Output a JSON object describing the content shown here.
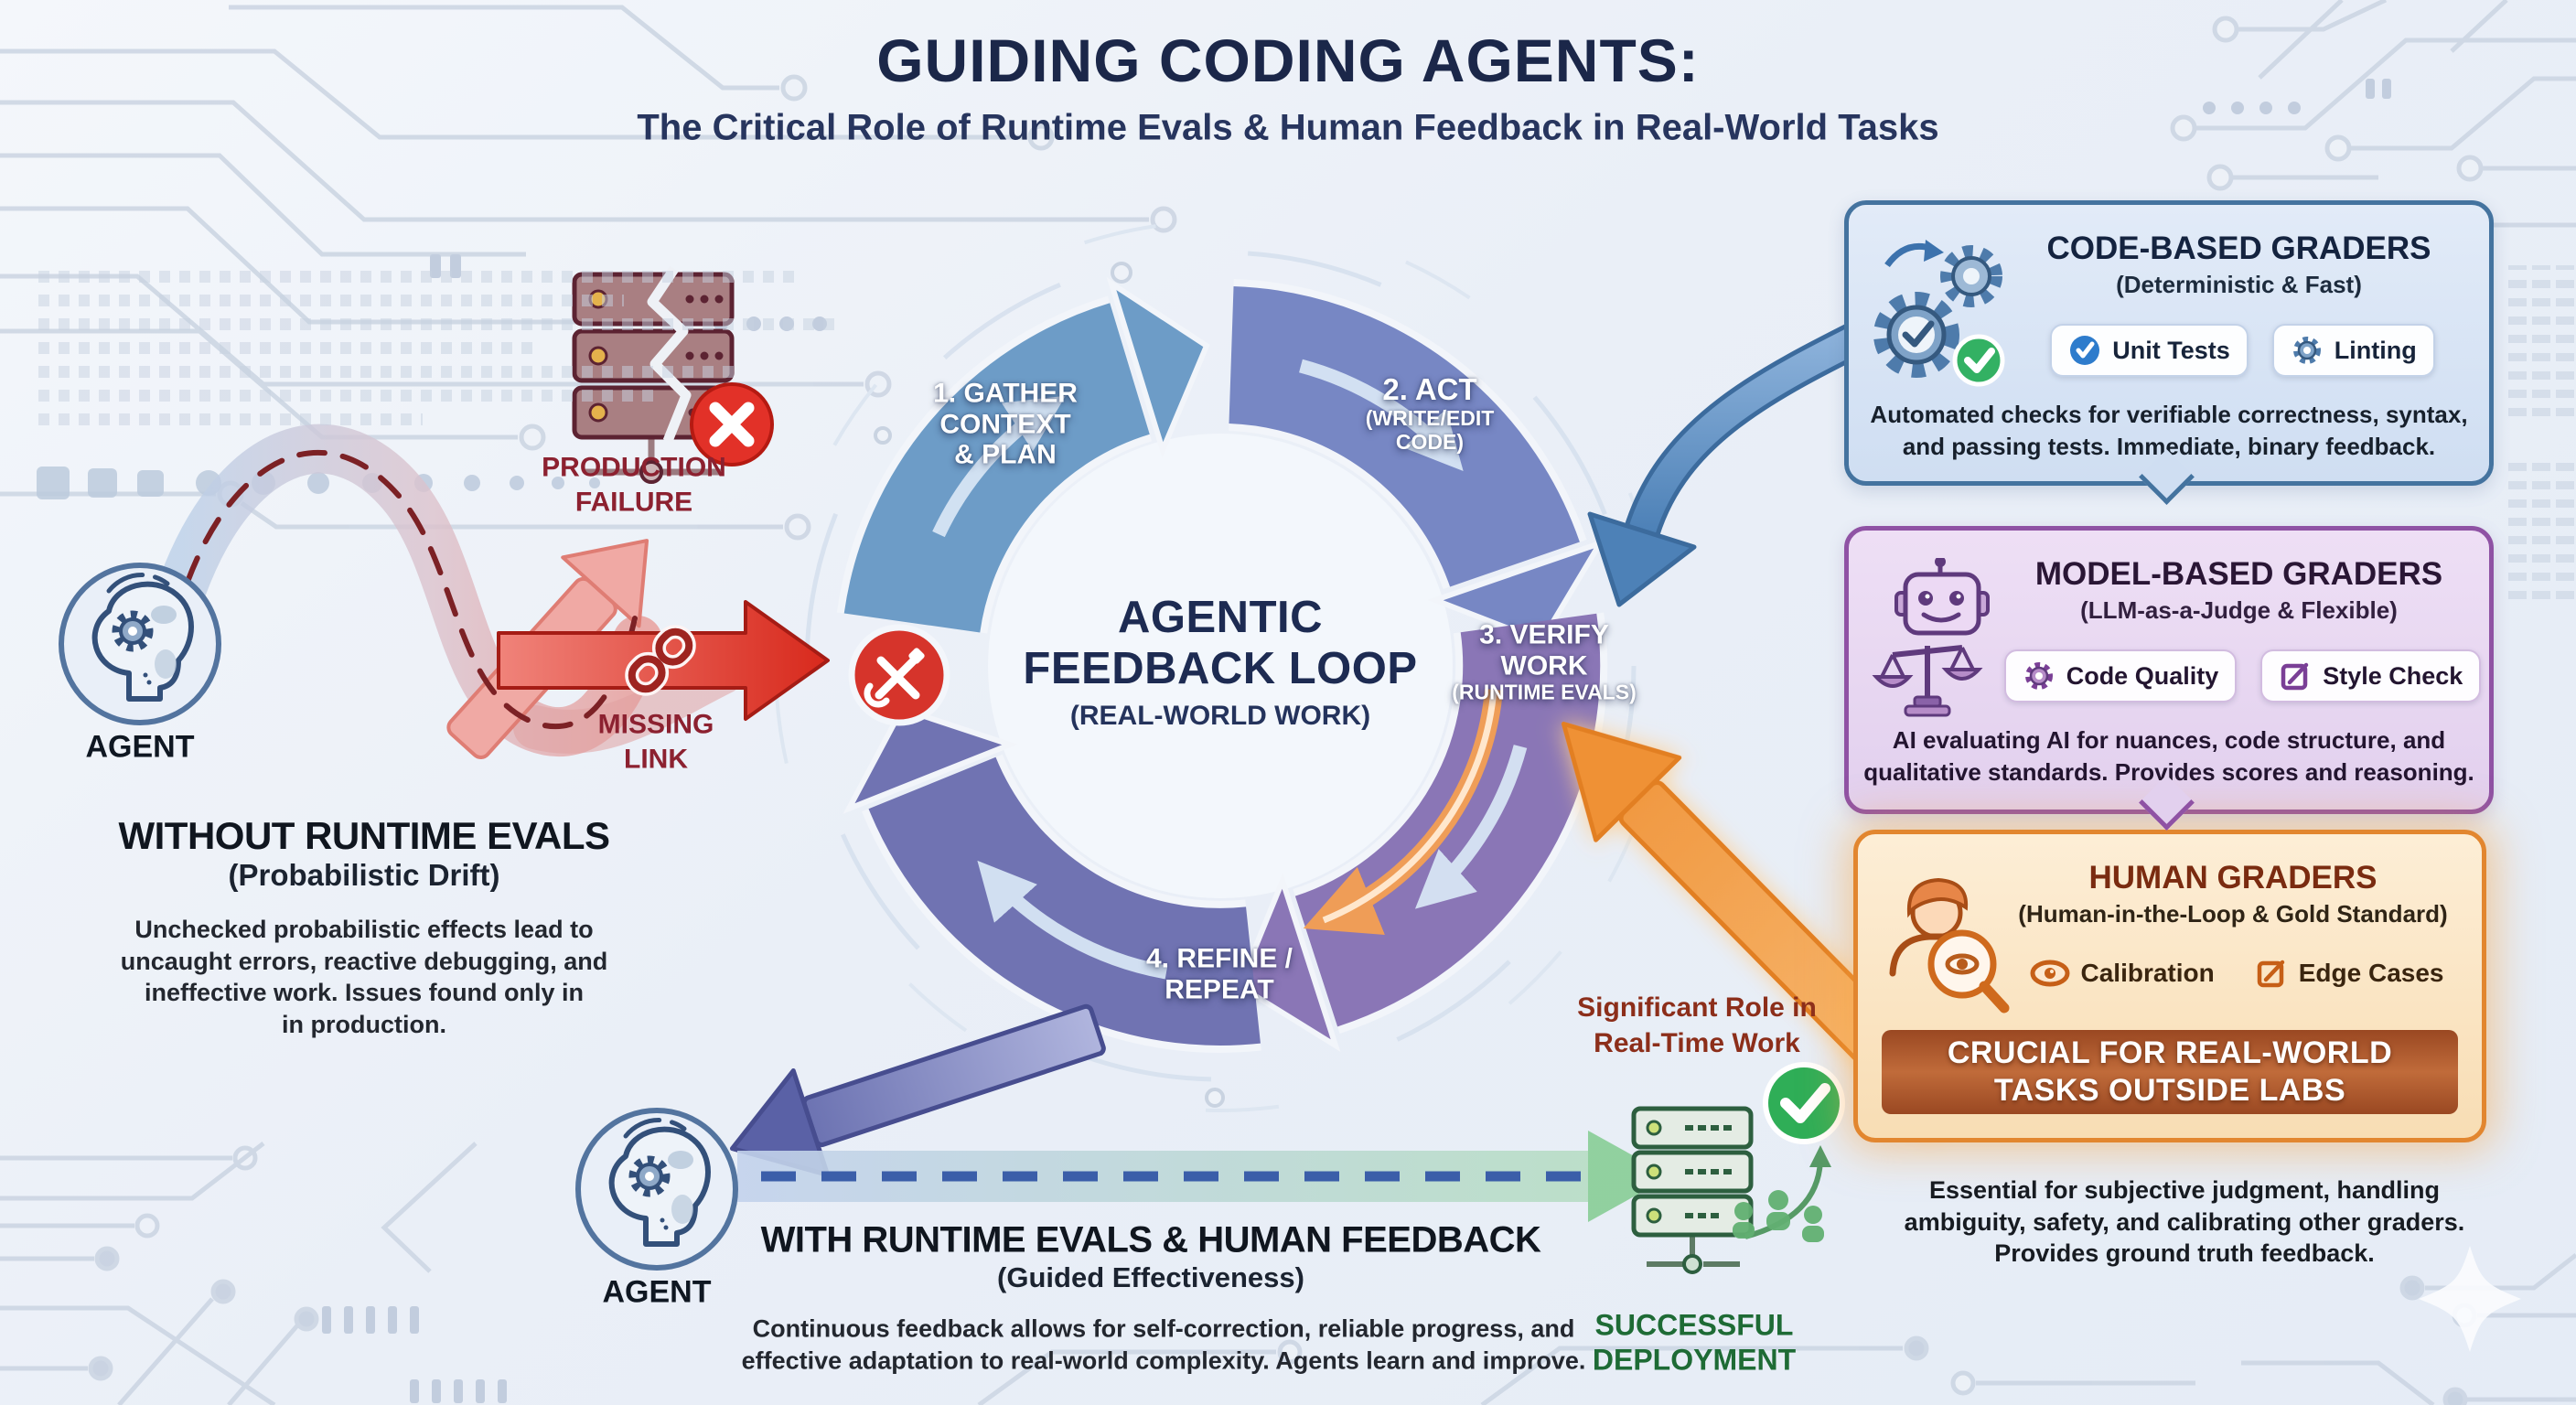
{
  "colors": {
    "accent_blue": "#44739f",
    "accent_purple": "#8f52a4",
    "accent_orange": "#e2862f",
    "accent_red": "#d6342b",
    "accent_green": "#2fae57",
    "title_navy": "#1b2749",
    "maroon": "#8c2130"
  },
  "header": {
    "title": "GUIDING CODING AGENTS:",
    "subtitle": "The Critical Role of Runtime Evals & Human Feedback in Real-World Tasks"
  },
  "loop": {
    "center_line1": "AGENTIC",
    "center_line2": "FEEDBACK LOOP",
    "center_sub": "(REAL-WORLD WORK)",
    "step1_line1": "1. GATHER",
    "step1_line2": "CONTEXT",
    "step1_line3": "& PLAN",
    "step2_line1": "2. ACT",
    "step2_line2": "(WRITE/EDIT",
    "step2_line3": "CODE)",
    "step3_line1": "3. VERIFY",
    "step3_line2": "WORK",
    "step3_line3": "(RUNTIME EVALS)",
    "step4_line1": "4. REFINE /",
    "step4_line2": "REPEAT"
  },
  "without": {
    "agent_label": "AGENT",
    "production_failure_line1": "PRODUCTION",
    "production_failure_line2": "FAILURE",
    "missing_link_line1": "MISSING",
    "missing_link_line2": "LINK",
    "heading": "WITHOUT RUNTIME EVALS",
    "subheading": "(Probabilistic Drift)",
    "body_line1": "Unchecked probabilistic effects lead to",
    "body_line2": "uncaught errors, reactive debugging, and",
    "body_line3": "ineffective work. Issues found only in",
    "body_line4": "in production."
  },
  "with_evals": {
    "agent_label": "AGENT",
    "heading": "WITH RUNTIME EVALS & HUMAN FEEDBACK",
    "subheading": "(Guided Effectiveness)",
    "body_line1": "Continuous feedback allows for self-correction, reliable progress, and",
    "body_line2": "effective adaptation to real-world complexity. Agents learn and improve.",
    "success_line1": "SUCCESSFUL",
    "success_line2": "DEPLOYMENT"
  },
  "note": {
    "line1": "Significant Role in",
    "line2": "Real-Time Work"
  },
  "graders": {
    "code": {
      "title": "CODE-BASED GRADERS",
      "subtitle": "(Deterministic & Fast)",
      "chip1": "Unit Tests",
      "chip2": "Linting",
      "body_line1": "Automated checks for verifiable correctness, syntax,",
      "body_line2": "and passing tests. Immediate, binary feedback."
    },
    "model": {
      "title": "MODEL-BASED GRADERS",
      "subtitle": "(LLM-as-a-Judge & Flexible)",
      "chip1": "Code Quality",
      "chip2": "Style Check",
      "body_line1": "AI evaluating AI for nuances, code structure, and",
      "body_line2": "qualitative standards. Provides scores and reasoning."
    },
    "human": {
      "title": "HUMAN GRADERS",
      "subtitle": "(Human-in-the-Loop & Gold Standard)",
      "chip1": "Calibration",
      "chip2": "Edge Cases",
      "banner_line1": "CRUCIAL FOR REAL-WORLD",
      "banner_line2": "TASKS OUTSIDE LABS",
      "body_line1": "Essential for subjective judgment, handling",
      "body_line2": "ambiguity, safety, and calibrating other graders.",
      "body_line3": "Provides ground truth feedback."
    }
  }
}
